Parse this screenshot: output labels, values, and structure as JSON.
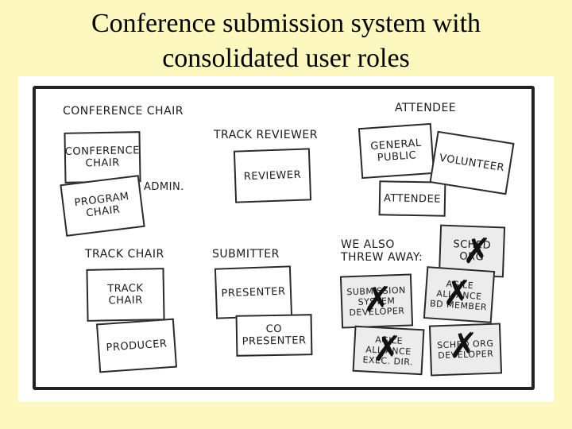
{
  "title": {
    "line1": "Conference submission system with",
    "line2": "consolidated user roles"
  },
  "groups": {
    "conference_chair": {
      "label": "CONFERENCE CHAIR",
      "notes": [
        "CONFERENCE\nCHAIR",
        "PROGRAM\nCHAIR"
      ],
      "extra": "ADMIN."
    },
    "track_reviewer": {
      "label": "TRACK REVIEWER",
      "notes": [
        "REVIEWER"
      ]
    },
    "attendee": {
      "label": "ATTENDEE",
      "notes": [
        "GENERAL\nPUBLIC",
        "VOLUNTEER",
        "ATTENDEE"
      ]
    },
    "track_chair": {
      "label": "TRACK CHAIR",
      "notes": [
        "TRACK\nCHAIR",
        "PRODUCER"
      ]
    },
    "submitter": {
      "label": "SUBMITTER",
      "notes": [
        "PRESENTER",
        "CO PRESENTER"
      ]
    },
    "thrown_away": {
      "label": "WE ALSO\nTHREW AWAY:",
      "notes": [
        "SCHED ORG",
        "SUBMISSION\nSYSTEM\nDEVELOPER",
        "AGILE\nALLIANCE\nBD MEMBER",
        "AGILE\nALLIANCE\nEXEC. DIR.",
        "SCHED ORG\nDEVELOPER"
      ]
    }
  },
  "icons": {
    "strike": "x-mark-icon"
  }
}
